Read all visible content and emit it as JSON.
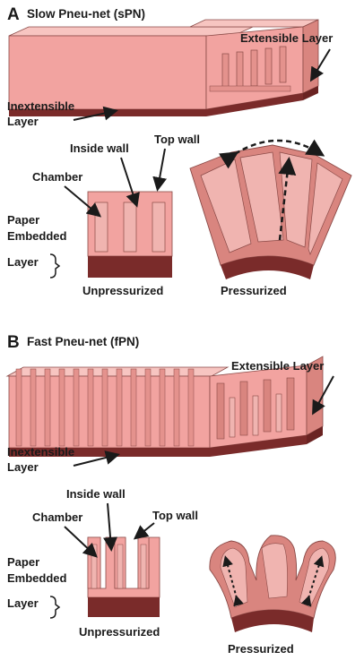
{
  "colors": {
    "pink_front": "#f2a3a0",
    "pink_top": "#f7c5c1",
    "pink_side": "#d9857f",
    "pink_slot": "#e4928d",
    "chamber_light": "#f0b4b0",
    "dark_layer": "#7a2b2a",
    "outline": "#8a4a47",
    "text": "#1a1a1a"
  },
  "panel_a": {
    "letter": "A",
    "title": "Slow Pneu-net (sPN)",
    "extensible_label": "Extensible Layer",
    "inextensible_label_1": "Inextensible",
    "inextensible_label_2": "Layer",
    "inside_wall_label": "Inside wall",
    "top_wall_label": "Top wall",
    "chamber_label": "Chamber",
    "paper_label_1": "Paper",
    "paper_label_2": "Embedded",
    "paper_label_3": "Layer",
    "unpressurized_label": "Unpressurized",
    "pressurized_label": "Pressurized"
  },
  "panel_b": {
    "letter": "B",
    "title": "Fast Pneu-net (fPN)",
    "extensible_label": "Extensible Layer",
    "inextensible_label_1": "Inextensible",
    "inextensible_label_2": "Layer",
    "inside_wall_label": "Inside wall",
    "top_wall_label": "Top wall",
    "chamber_label": "Chamber",
    "paper_label_1": "Paper",
    "paper_label_2": "Embedded",
    "paper_label_3": "Layer",
    "unpressurized_label": "Unpressurized",
    "pressurized_label": "Pressurized"
  }
}
